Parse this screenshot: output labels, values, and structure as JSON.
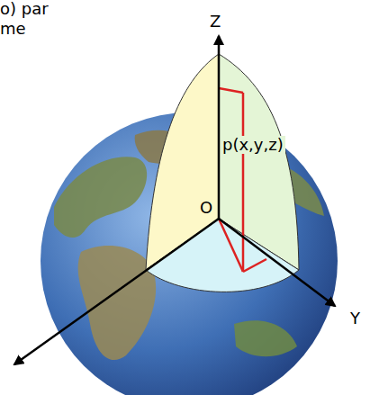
{
  "diagram": {
    "labels": [
      "o) par",
      "me",
      "Z",
      "p(x,y,z)",
      "O",
      "Y"
    ]
  }
}
